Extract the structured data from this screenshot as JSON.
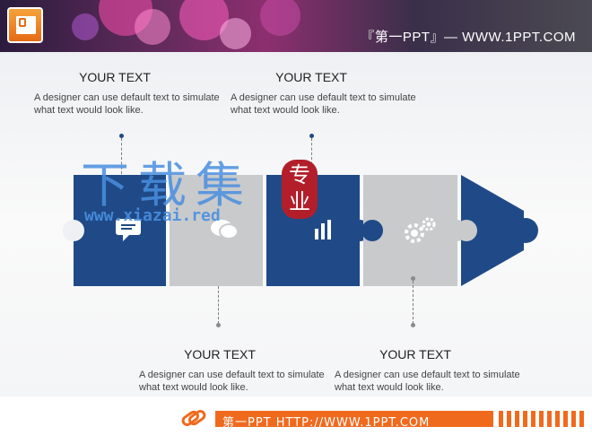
{
  "header": {
    "title": "『第一PPT』— WWW.1PPT.COM",
    "icon": "powerpoint-icon"
  },
  "blocks": [
    {
      "heading": "YOUR TEXT",
      "body": "A designer can use default text to simulate what text would look like."
    },
    {
      "heading": "YOUR TEXT",
      "body": "A designer can use default text to simulate what text would look like."
    },
    {
      "heading": "YOUR TEXT",
      "body": "A designer can use default text to simulate what text would look like."
    },
    {
      "heading": "YOUR TEXT",
      "body": "A designer can use default text to simulate what text would look like."
    }
  ],
  "puzzle": {
    "pieces": [
      {
        "color": "blue",
        "icon": "chat-bubble-icon"
      },
      {
        "color": "gray",
        "icon": "chat-bubbles-icon"
      },
      {
        "color": "blue",
        "icon": "bar-chart-icon"
      },
      {
        "color": "gray",
        "icon": "gears-icon"
      },
      {
        "color": "blue",
        "icon": "arrow-tip"
      }
    ]
  },
  "watermark": {
    "chinese": "下载集",
    "seal": "专业",
    "url": "www.xiazai.red"
  },
  "footer": {
    "text": "第一PPT HTTP://WWW.1PPT.COM",
    "icon": "link-icon"
  },
  "colors": {
    "blue": "#1f4a87",
    "gray": "#c9cacc",
    "accent": "#f06a1e"
  }
}
